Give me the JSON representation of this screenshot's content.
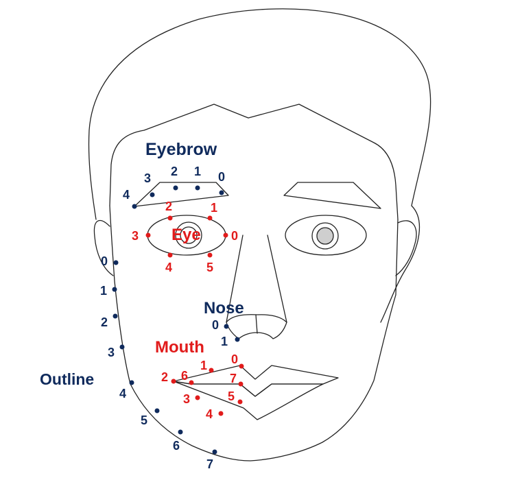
{
  "colors": {
    "navy": "#0f2a5c",
    "red": "#e11b1b",
    "line": "#222222"
  },
  "groups": {
    "eyebrow": "Eyebrow",
    "eye": "Eye",
    "nose": "Nose",
    "mouth": "Mouth",
    "outline": "Outline"
  },
  "landmarks": {
    "eyebrow": [
      "0",
      "1",
      "2",
      "3",
      "4"
    ],
    "eye": [
      "0",
      "1",
      "2",
      "3",
      "4",
      "5"
    ],
    "nose": [
      "0",
      "1"
    ],
    "mouth": [
      "0",
      "1",
      "2",
      "3",
      "4",
      "5",
      "6",
      "7"
    ],
    "outline": [
      "0",
      "1",
      "2",
      "3",
      "4",
      "5",
      "6",
      "7"
    ]
  }
}
